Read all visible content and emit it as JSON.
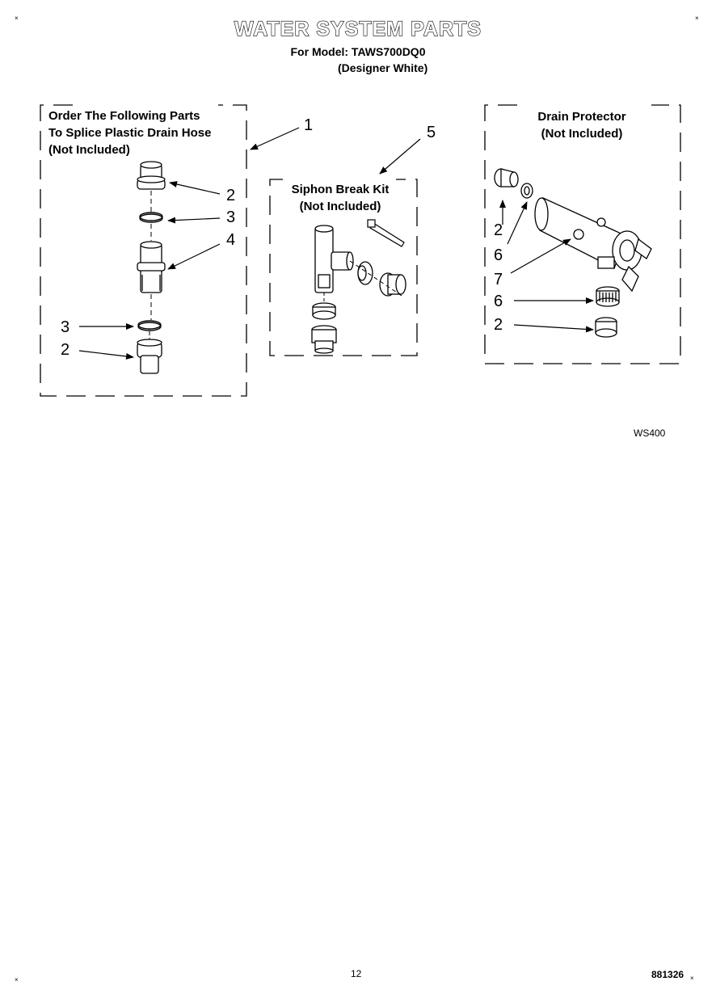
{
  "header": {
    "title": "WATER SYSTEM PARTS",
    "model_line": "For Model: TAWS700DQ0",
    "variant": "(Designer White)"
  },
  "left_box": {
    "line1": "Order The Following Parts",
    "line2": "To Splice Plastic Drain Hose",
    "line3": "(Not Included)"
  },
  "middle_box": {
    "line1": "Siphon Break Kit",
    "line2": "(Not Included)"
  },
  "right_box": {
    "line1": "Drain Protector",
    "line2": "(Not Included)"
  },
  "callouts": {
    "left_box_ref": "1",
    "left_top_coupling": "2",
    "left_top_clamp": "3",
    "left_connector": "4",
    "left_bottom_clamp": "3",
    "left_bottom_coupling": "2",
    "middle_box_ref": "5",
    "right_coupling_top": "2",
    "right_clamp_top": "6",
    "right_protector": "7",
    "right_clamp_bottom": "6",
    "right_coupling_bottom": "2"
  },
  "figure_code": "WS400",
  "footer": {
    "page_number": "12",
    "doc_number": "881326"
  },
  "colors": {
    "ink": "#000000",
    "paper": "#ffffff"
  }
}
